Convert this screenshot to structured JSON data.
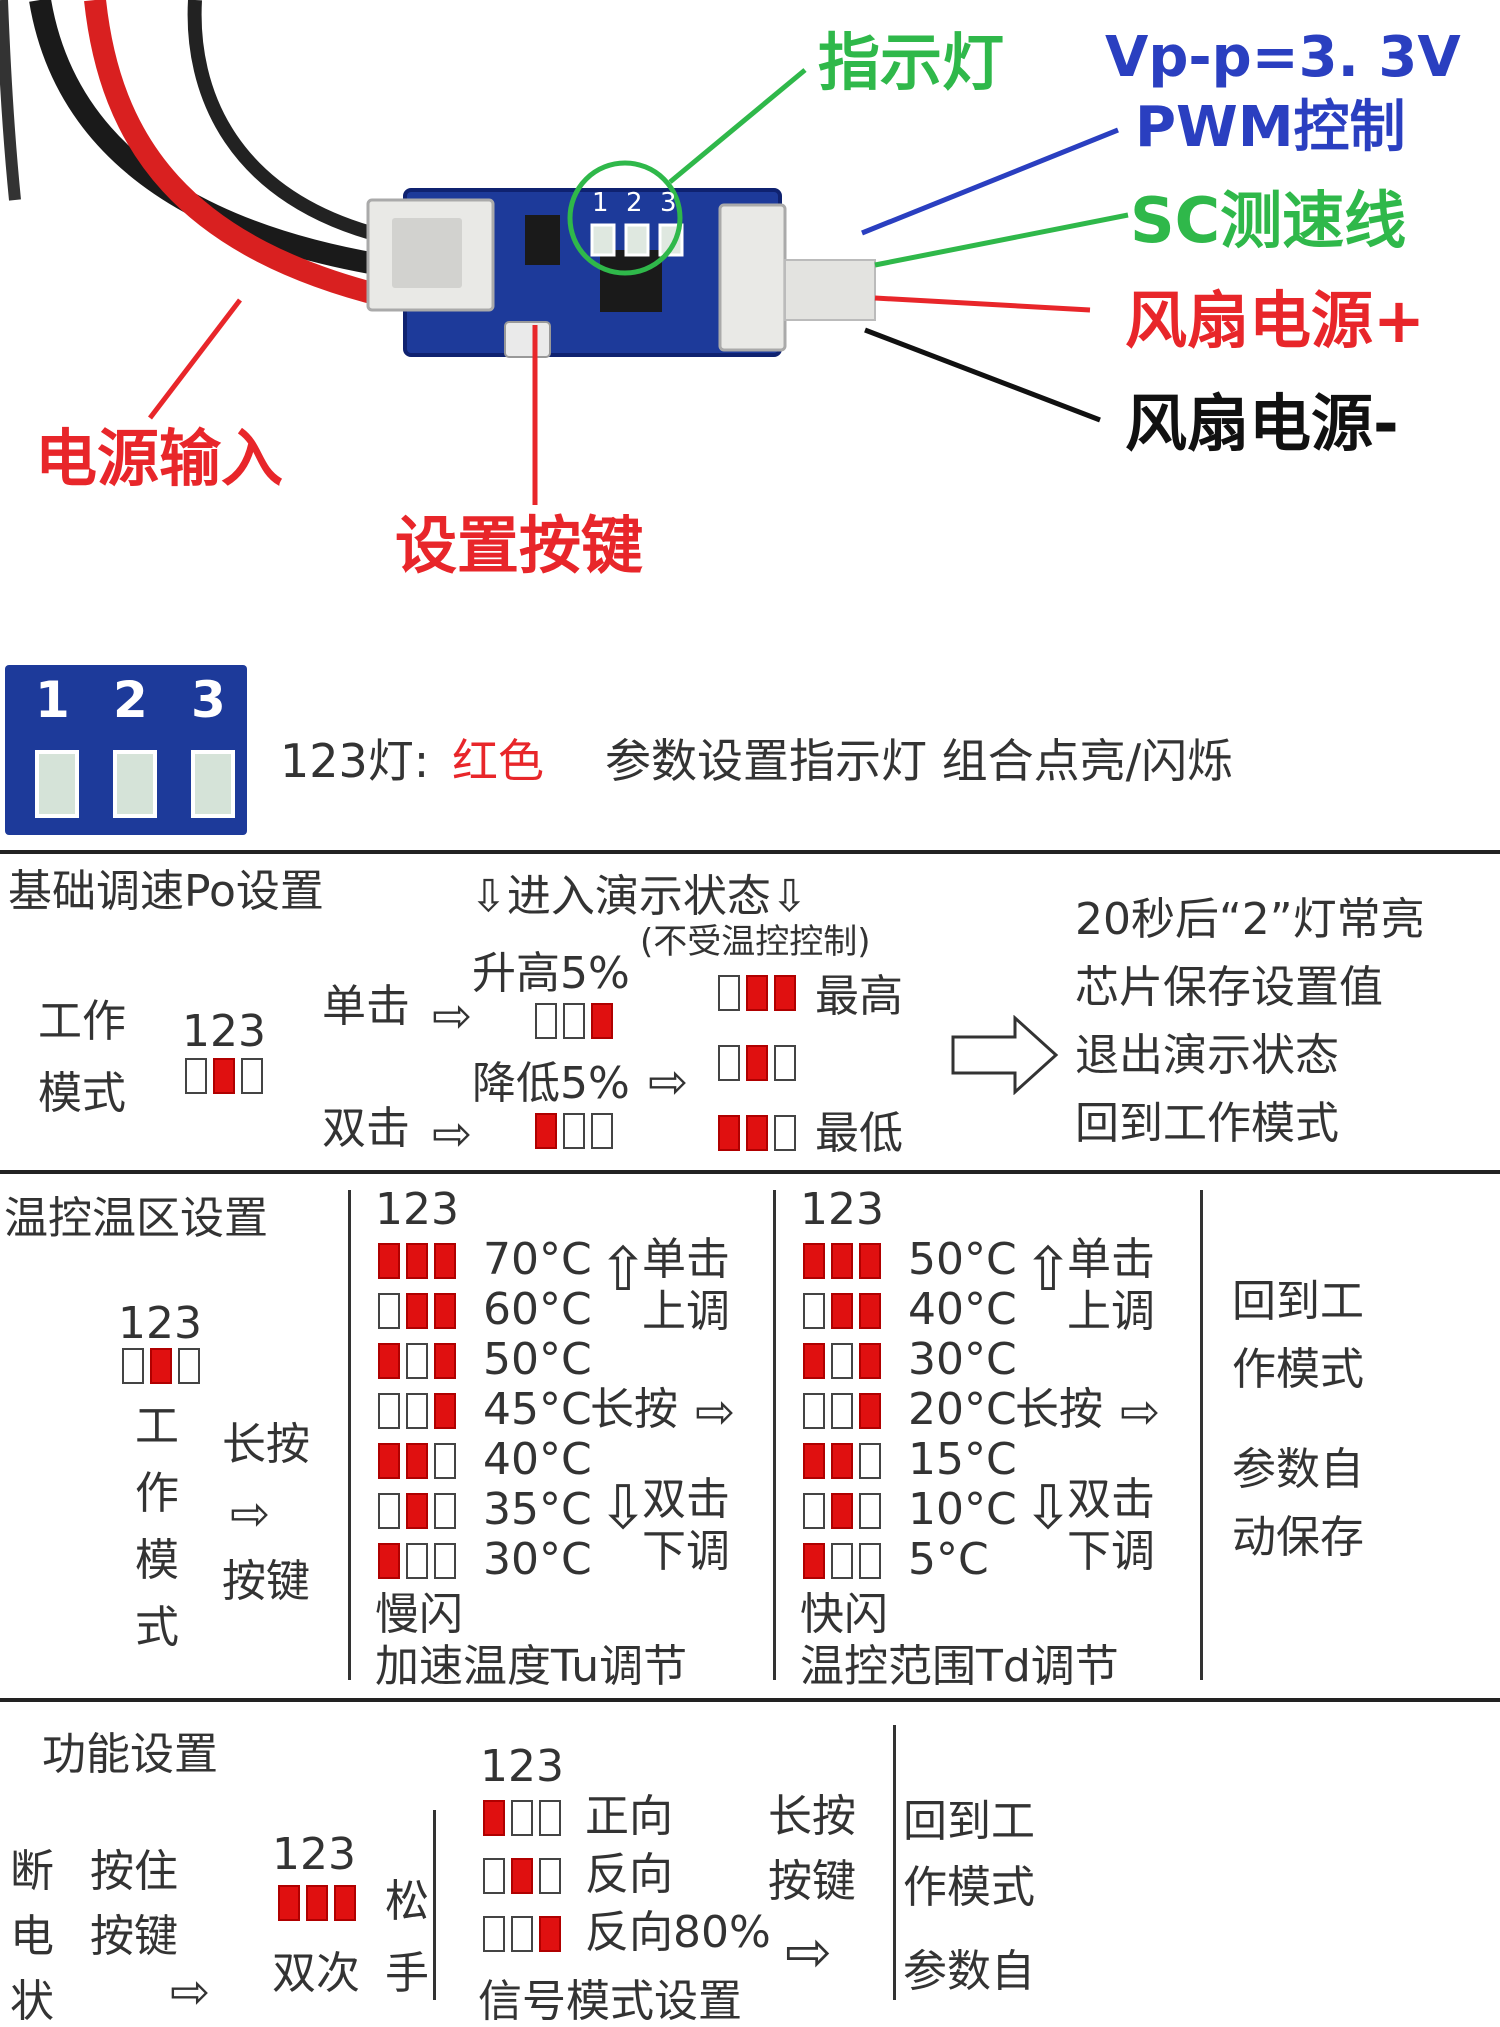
{
  "callouts": {
    "indicator": "指示灯",
    "vpp": "Vp-p=3. 3V",
    "pwm": "PWM控制",
    "sc": "SC测速线",
    "fan_plus": "风扇电源+",
    "fan_minus": "风扇电源-",
    "power_in": "电源输入",
    "set_key": "设置按键"
  },
  "board": {
    "led_nums": [
      "1",
      "2",
      "3"
    ]
  },
  "led_row": {
    "prefix": "123灯:",
    "color_word": "红色",
    "desc": "参数设置指示灯  组合点亮/闪烁",
    "inset_nums": [
      "1",
      "2",
      "3"
    ]
  },
  "sec1": {
    "title": "基础调速Po设置",
    "demo": "⇩进入演示状态⇩",
    "no_temp": "(不受温控控制)",
    "mode_l1": "工作",
    "mode_l2": "模式",
    "nums": "123",
    "single": "单击",
    "double": "双击",
    "up": "升高5%",
    "down": "降低5%",
    "highest": "最高",
    "lowest": "最低",
    "right": [
      "20秒后“2”灯常亮",
      "芯片保存设置值",
      "退出演示状态",
      "回到工作模式"
    ]
  },
  "sec2": {
    "title": "温控温区设置",
    "nums": "123",
    "mode_chars": [
      "工",
      "作",
      "模",
      "式"
    ],
    "long_press": "长按",
    "key": "按键",
    "tu": {
      "nums": "123",
      "rows": [
        "70°C",
        "60°C",
        "50°C",
        "45°C",
        "40°C",
        "35°C",
        "30°C"
      ],
      "single": "单击",
      "up": "上调",
      "long": "长按",
      "double": "双击",
      "down": "下调",
      "blink": "慢闪",
      "caption": "加速温度Tu调节"
    },
    "td": {
      "nums": "123",
      "rows": [
        "50°C",
        "40°C",
        "30°C",
        "20°C",
        "15°C",
        "10°C",
        "5°C"
      ],
      "single": "单击",
      "up": "上调",
      "long": "长按",
      "double": "双击",
      "down": "下调",
      "blink": "快闪",
      "caption": "温控范围Td调节"
    },
    "right1": [
      "回到工",
      "作模式"
    ],
    "right2": [
      "参数自",
      "动保存"
    ]
  },
  "sec3": {
    "title": "功能设置",
    "col_a": [
      "断",
      "电",
      "状"
    ],
    "col_b": [
      "按住",
      "按键"
    ],
    "nums_a": "123",
    "release": "松",
    "twice": "双次",
    "hand": "手",
    "nums_b": "123",
    "rows": [
      "正向",
      "反向",
      "反向80%"
    ],
    "long": "长按",
    "key": "按键",
    "bottom": "信号模式设置",
    "right1": [
      "回到工",
      "作模式"
    ],
    "right2": "参数自"
  }
}
